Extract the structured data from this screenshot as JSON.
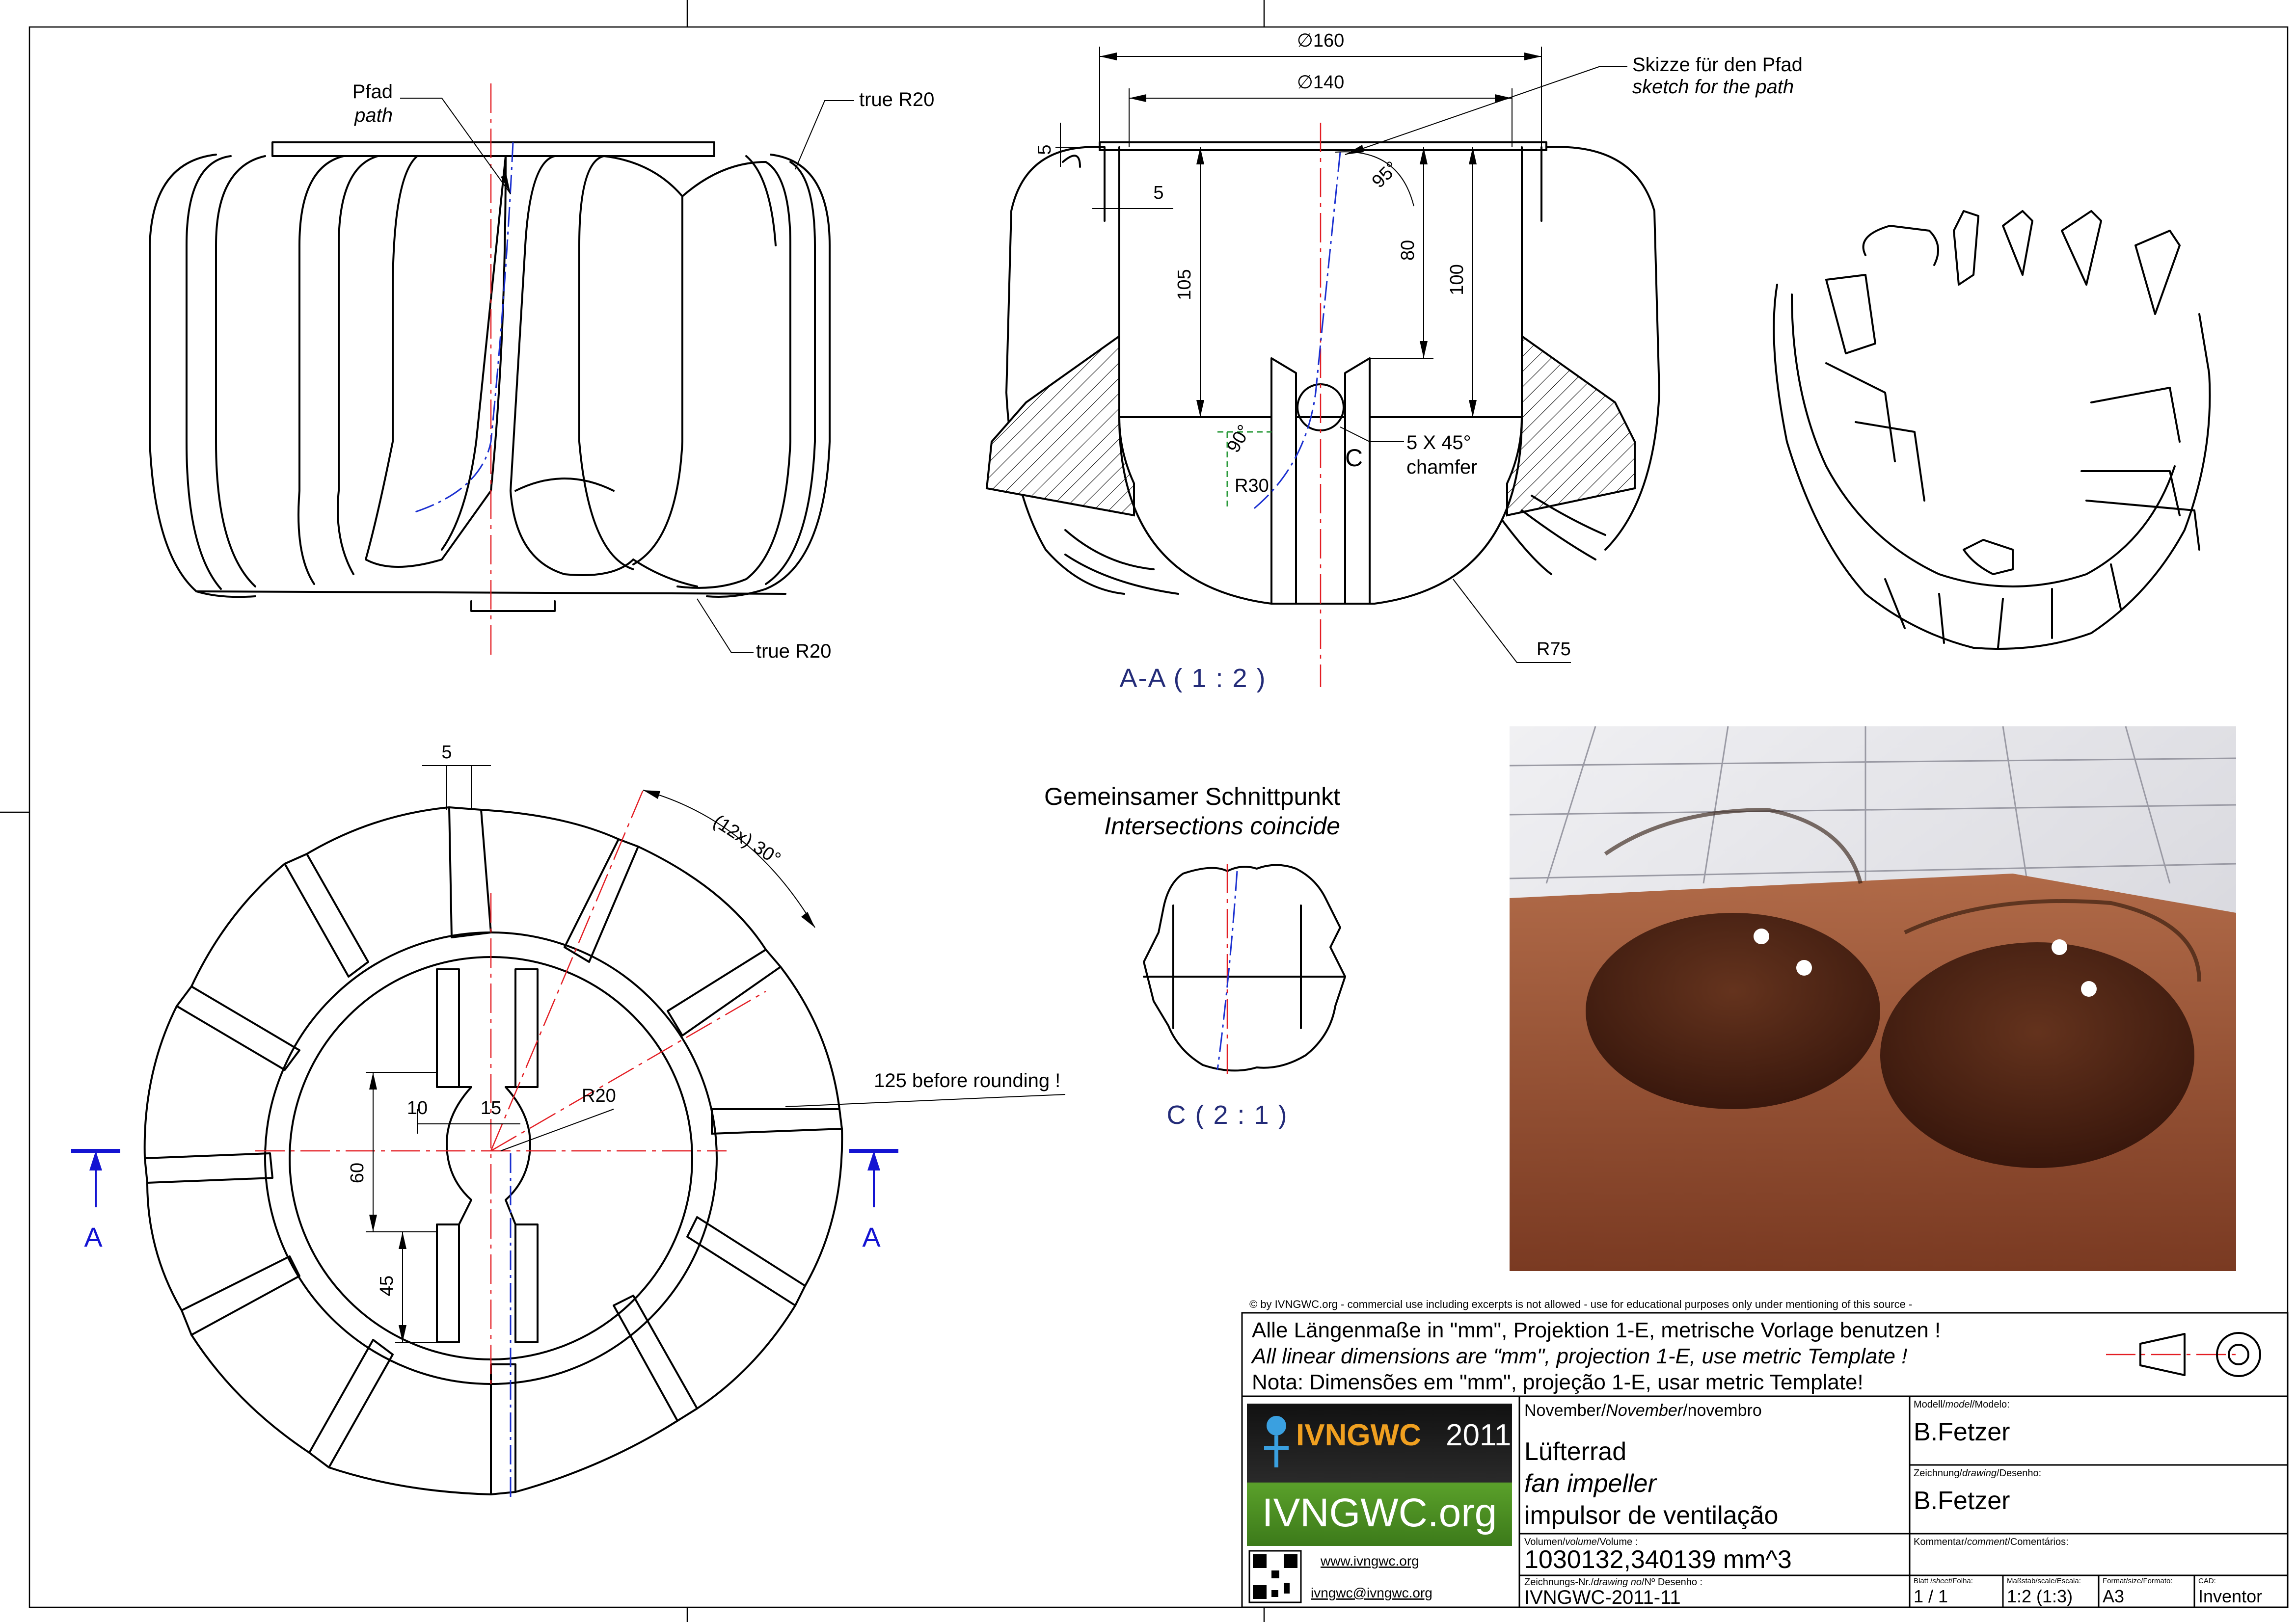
{
  "top_view": {
    "path_label": "Pfad",
    "path_label_en": "path",
    "true_r20_top": "true R20",
    "true_r20_bottom": "true R20"
  },
  "section_aa": {
    "dim_d160": "∅160",
    "dim_d140": "∅140",
    "sketch_label": "Skizze für den Pfad",
    "sketch_label_en": "sketch for the path",
    "dim_5_top": "5",
    "dim_5_side": "5",
    "dim_105": "105",
    "dim_80": "80",
    "dim_100": "100",
    "angle_95": "95°",
    "angle_90": "90°",
    "dim_r30": "R30",
    "detail_marker": "C",
    "chamfer_label": "5 X 45°",
    "chamfer_label_en": "chamfer",
    "dim_r75": "R75",
    "view_label": "A-A ( 1 : 2 )"
  },
  "bottom_view": {
    "dim_5": "5",
    "angle_label": "(12x) 30°",
    "note_125": "125 before rounding !",
    "dim_r20": "R20",
    "dim_10": "10",
    "dim_15": "15",
    "dim_60": "60",
    "dim_45": "45",
    "section_left": "A",
    "section_right": "A"
  },
  "detail_c": {
    "title": "Gemeinsamer Schnittpunkt",
    "title_en": "Intersections coincide",
    "view_label": "C ( 2 : 1 )"
  },
  "title_block": {
    "copyright": "© by IVNGWC.org - commercial use including excerpts is not allowed - use for educational purposes only under mentioning of this source -",
    "units_de": "Alle Längenmaße in \"mm\", Projektion 1-E, metrische Vorlage benutzen !",
    "units_en": "All linear dimensions are \"mm\", projection 1-E, use metric Template !",
    "units_pt": "Nota: Dimensões em \"mm\", projeção 1-E, usar metric Template!",
    "logo_text": "IVNGWC",
    "logo_year": "2011",
    "logo_org": "IVNGWC.org",
    "website": "www.ivngwc.org",
    "email": "ivngwc@ivngwc.org",
    "date_de": "November/",
    "date_en": "November",
    "date_pt": "/novembro",
    "title_de": "Lüfterrad",
    "title_en": "fan impeller",
    "title_pt": "impulsor de ventilação",
    "volume_label_de": "Volumen/",
    "volume_label_en": "volume",
    "volume_label_pt": "/Volume :",
    "volume_value": "1030132,340139 mm^3",
    "drawing_no_label_de": "Zeichnungs-Nr./",
    "drawing_no_label_en": "drawing no",
    "drawing_no_label_pt": "/Nº Desenho :",
    "drawing_no": "IVNGWC-2011-11",
    "model_label_de": "Modell/",
    "model_label_en": "model",
    "model_label_pt": "/Modelo:",
    "model_by": "B.Fetzer",
    "drawing_label_de": "Zeichnung/",
    "drawing_label_en": "drawing",
    "drawing_label_pt": "/Desenho:",
    "drawing_by": "B.Fetzer",
    "comment_label_de": "Kommentar/",
    "comment_label_en": "comment",
    "comment_label_pt": "/Comentários:",
    "sheet_label_de": "Blatt /",
    "sheet_label_en": "sheet",
    "sheet_label_pt": "/Folha:",
    "sheet_value": "1  /  1",
    "scale_label": "Maßstab/scale/Escala:",
    "scale_value": "1:2 (1:3)",
    "format_label": "Format/size/Formato:",
    "format_value": "A3",
    "cad_label": "CAD:",
    "cad_value": "Inventor"
  },
  "colors": {
    "centerline": "#e31e24",
    "path_line": "#1a2fd0",
    "view_label": "#232b78",
    "section_arrow": "#1414d2",
    "render_floor": "#8a4a30",
    "render_tile": "#e6e6ea"
  }
}
